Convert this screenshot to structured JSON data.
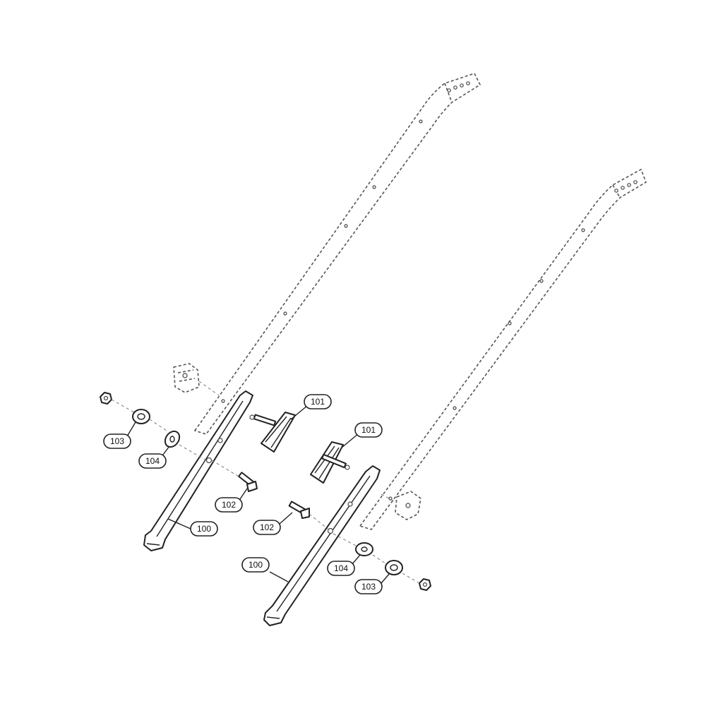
{
  "callouts": {
    "c100_left": "100",
    "c101_left": "101",
    "c102_left": "102",
    "c103_left": "103",
    "c104_left": "104",
    "c100_right": "100",
    "c101_right": "101",
    "c102_right": "102",
    "c103_right": "103",
    "c104_right": "104"
  }
}
